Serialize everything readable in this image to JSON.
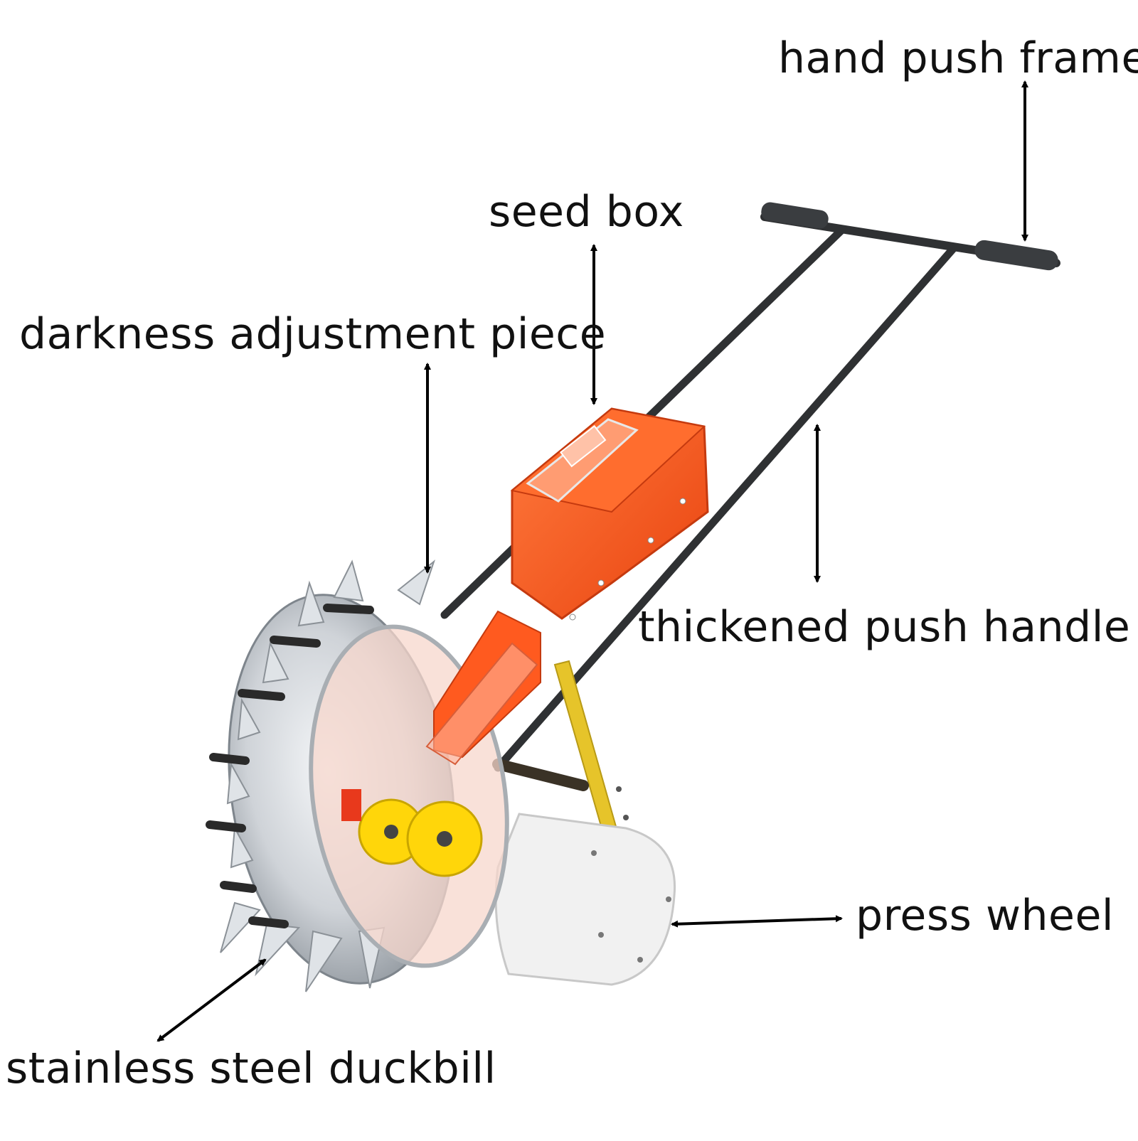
{
  "labels": {
    "hand_push_frame": "hand push frame",
    "seed_box": "seed box",
    "darkness_adjustment_piece": "darkness adjustment piece",
    "thickened_push_handle": "thickened push handle",
    "press_wheel": "press wheel",
    "stainless_steel_duckbill": "stainless steel duckbill"
  },
  "colors": {
    "seed_box": "#ff5a1f",
    "seed_box_shadow": "#e24410",
    "handle_frame": "#2f3133",
    "grip": "#3a3d40",
    "adjuster_arm": "#e6c42a",
    "dispenser_disc": "#ffd60a",
    "steel": "#cfd3d8",
    "press_wheel": "#f1f1f1",
    "arrow": "#000000",
    "text": "#111111"
  }
}
